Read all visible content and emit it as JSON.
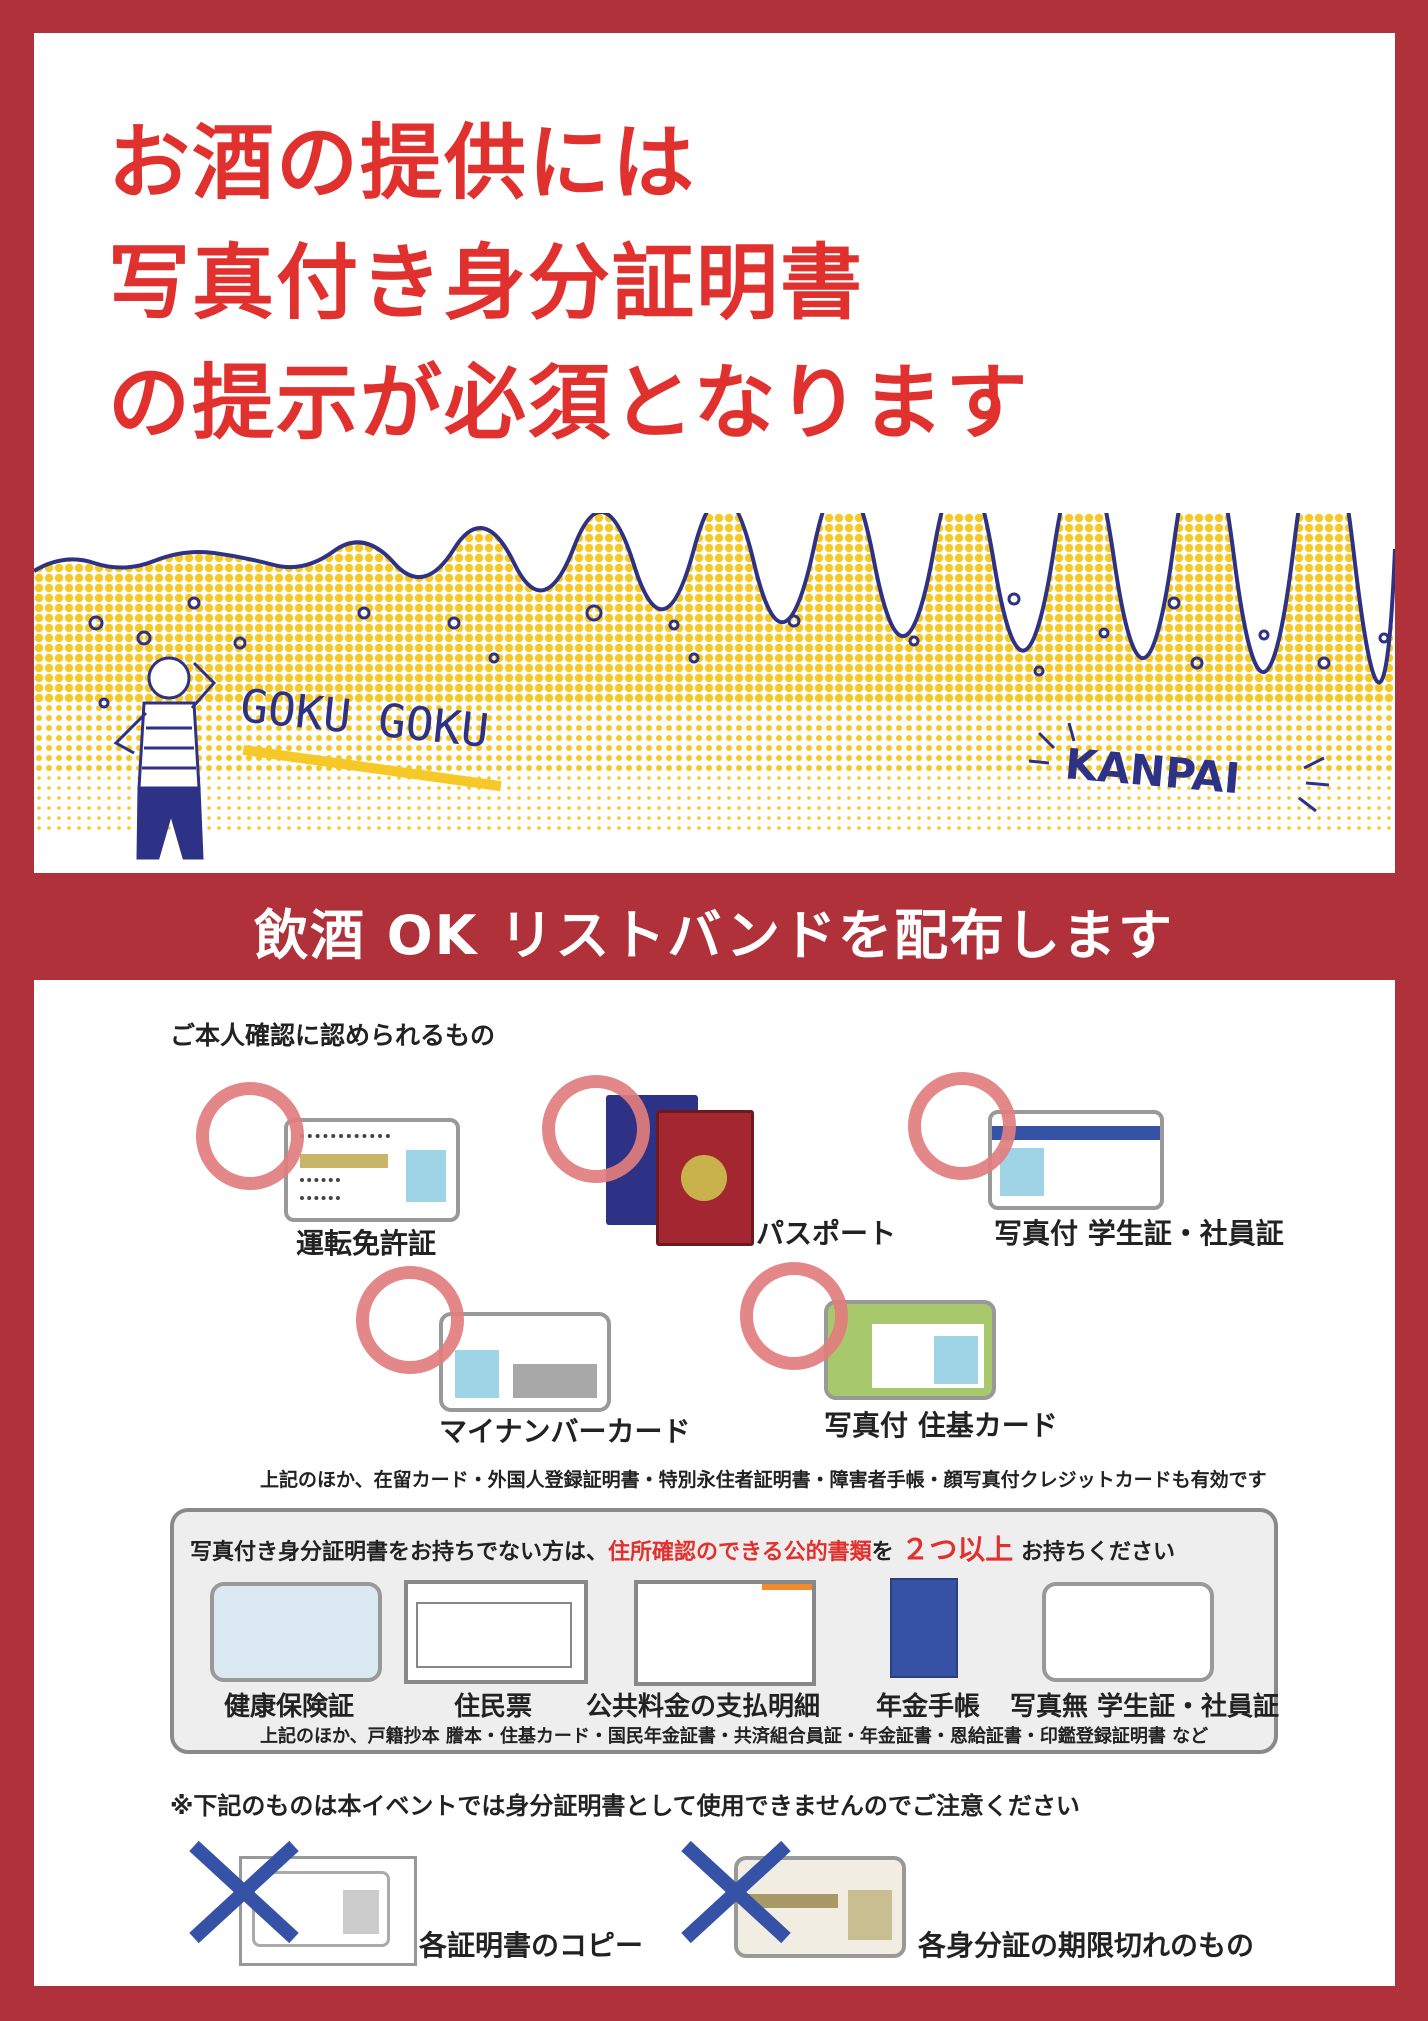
{
  "headline": {
    "line1": "お酒の提供には",
    "line2": "写真付き身分証明書",
    "line3": "の提示が必須となります"
  },
  "illustration": {
    "sound1": "GOKU GOKU",
    "sound2": "KANPAI",
    "colors": {
      "beer": "#f7c928",
      "foam_line": "#2e3286",
      "bubble": "#2e3286"
    }
  },
  "banner": {
    "text": "飲酒 OK リストバンドを配布します"
  },
  "accepted": {
    "heading": "ご本人確認に認められるもの",
    "items": [
      "運転免許証",
      "パスポート",
      "写真付 学生証・社員証",
      "マイナンバーカード",
      "写真付 住基カード"
    ],
    "note": "上記のほか、在留カード・外国人登録証明書・特別永住者証明書・障害者手帳・顔写真付クレジットカードも有効です"
  },
  "alternative": {
    "intro_prefix": "写真付き身分証明書をお持ちでない方は、",
    "intro_highlight": "住所確認のできる公的書類",
    "intro_mid": "を",
    "intro_count": "２つ以上",
    "intro_suffix": "お持ちください",
    "items": [
      "健康保険証",
      "住民票",
      "公共料金の支払明細",
      "年金手帳",
      "写真無 学生証・社員証"
    ],
    "note": "上記のほか、戸籍抄本 謄本・住基カード・国民年金証書・共済組合員証・年金証書・恩給証書・印鑑登録証明書 など"
  },
  "not_accepted": {
    "warning": "※下記のものは本イベントでは身分証明書として使用できませんのでご注意ください",
    "items": [
      "各証明書のコピー",
      "各身分証の期限切れのもの"
    ]
  },
  "colors": {
    "frame": "#b0313a",
    "headline": "#e1312e",
    "ring": "#e17d7e",
    "cross": "#3552a6"
  }
}
